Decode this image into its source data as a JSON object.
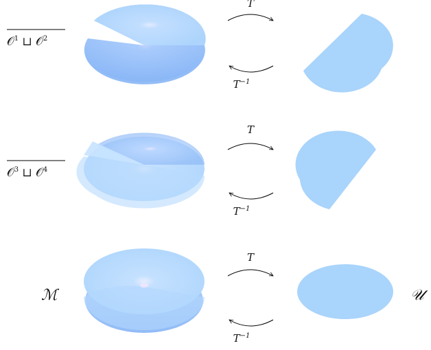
{
  "rows": [
    {
      "label_main": "𝒪",
      "label_sup1": "1",
      "label_mid": " ⊔ 𝒪",
      "label_sup2": "2",
      "map_forward": "T",
      "map_inverse": "T",
      "map_inverse_sup": "−1"
    },
    {
      "label_main": "𝒪",
      "label_sup1": "3",
      "label_mid": " ⊔ 𝒪",
      "label_sup2": "4",
      "map_forward": "T",
      "map_inverse": "T",
      "map_inverse_sup": "−1"
    },
    {
      "left_label": "ℳ",
      "right_label": "𝒰",
      "map_forward": "T",
      "map_inverse": "T",
      "map_inverse_sup": "−1"
    }
  ],
  "colors": {
    "fill_light": "#b8dcff",
    "fill_mid": "#9ec6fb",
    "fill_dark": "#7fb0f5",
    "flat_fill": "#a9d4fb",
    "arrow": "#000000"
  }
}
